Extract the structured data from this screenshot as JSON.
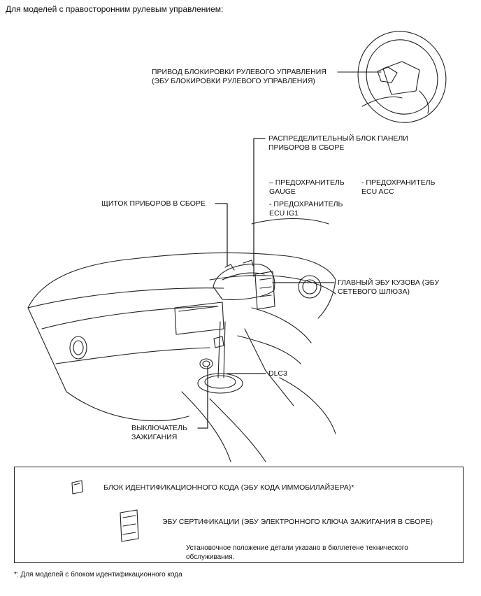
{
  "title": "Для моделей с правосторонним рулевым управлением:",
  "labels": {
    "steering_lock_1": "ПРИВОД БЛОКИРОВКИ РУЛЕВОГО УПРАВЛЕНИЯ",
    "steering_lock_2": "(ЭБУ БЛОКИРОВКИ РУЛЕВОГО УПРАВЛЕНИЯ)",
    "junction_block_1": "РАСПРЕДЕЛИТЕЛЬНЫЙ БЛОК ПАНЕЛИ",
    "junction_block_2": "ПРИБОРОВ В СБОРЕ",
    "fuse_gauge_1": "– ПРЕДОХРАНИТЕЛЬ",
    "fuse_gauge_2": "GAUGE",
    "fuse_ecu_acc_1": "- ПРЕДОХРАНИТЕЛЬ",
    "fuse_ecu_acc_2": "ECU ACC",
    "fuse_ecu_ig1_1": "- ПРЕДОХРАНИТЕЛЬ",
    "fuse_ecu_ig1_2": "ECU IG1",
    "meter_1": "ЩИТОК ПРИБОРОВ В СБОРЕ",
    "main_body_ecu_1": "ГЛАВНЫЙ ЭБУ КУЗОВА (ЭБУ",
    "main_body_ecu_2": "СЕТЕВОГО ШЛЮЗА)",
    "dlc3": "DLC3",
    "ignition_1": "ВЫКЛЮЧАТЕЛЬ",
    "ignition_2": "ЗАЖИГАНИЯ"
  },
  "legend": {
    "id_code_box": "БЛОК ИДЕНТИФИКАЦИОННОГО КОДА (ЭБУ КОДА ИММОБИЛАЙЗЕРА)*",
    "cert_ecu": "ЭБУ СЕРТИФИКАЦИИ (ЭБУ ЭЛЕКТРОННОГО КЛЮЧА ЗАЖИГАНИЯ В СБОРЕ)",
    "note_1": "Установочное положение детали указано в бюллетене технического",
    "note_2": "обслуживания."
  },
  "footnote": "*: Для моделей с блоком идентификационного кода"
}
